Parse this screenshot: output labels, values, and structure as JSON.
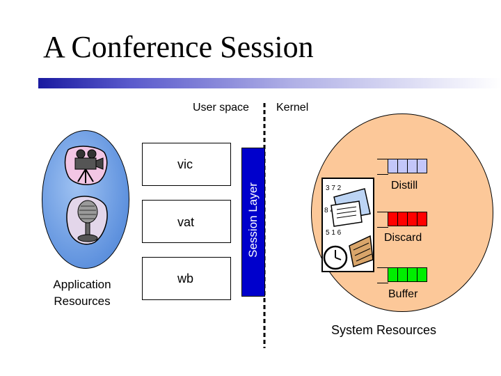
{
  "title": "A Conference Session",
  "labels": {
    "user_space": "User space",
    "kernel": "Kernel",
    "application_resources_line1": "Application",
    "application_resources_line2": "Resources",
    "system_resources": "System Resources",
    "session_layer": "Session Layer"
  },
  "apps": [
    "vic",
    "vat",
    "wb"
  ],
  "queues": {
    "distill": "Distill",
    "discard": "Discard",
    "buffer": "Buffer"
  },
  "colors": {
    "title_bar": "#1a1aa0",
    "session_layer": "#0000cc",
    "app_oval": "#6f9de3",
    "system_oval": "#fcc899",
    "distill_cells": "#c3c6f9",
    "discard_cells": "#ff0000",
    "buffer_cells": "#00ee00"
  },
  "icons": [
    "camera-icon",
    "microphone-icon",
    "chaotic-documents-clock-icon"
  ]
}
